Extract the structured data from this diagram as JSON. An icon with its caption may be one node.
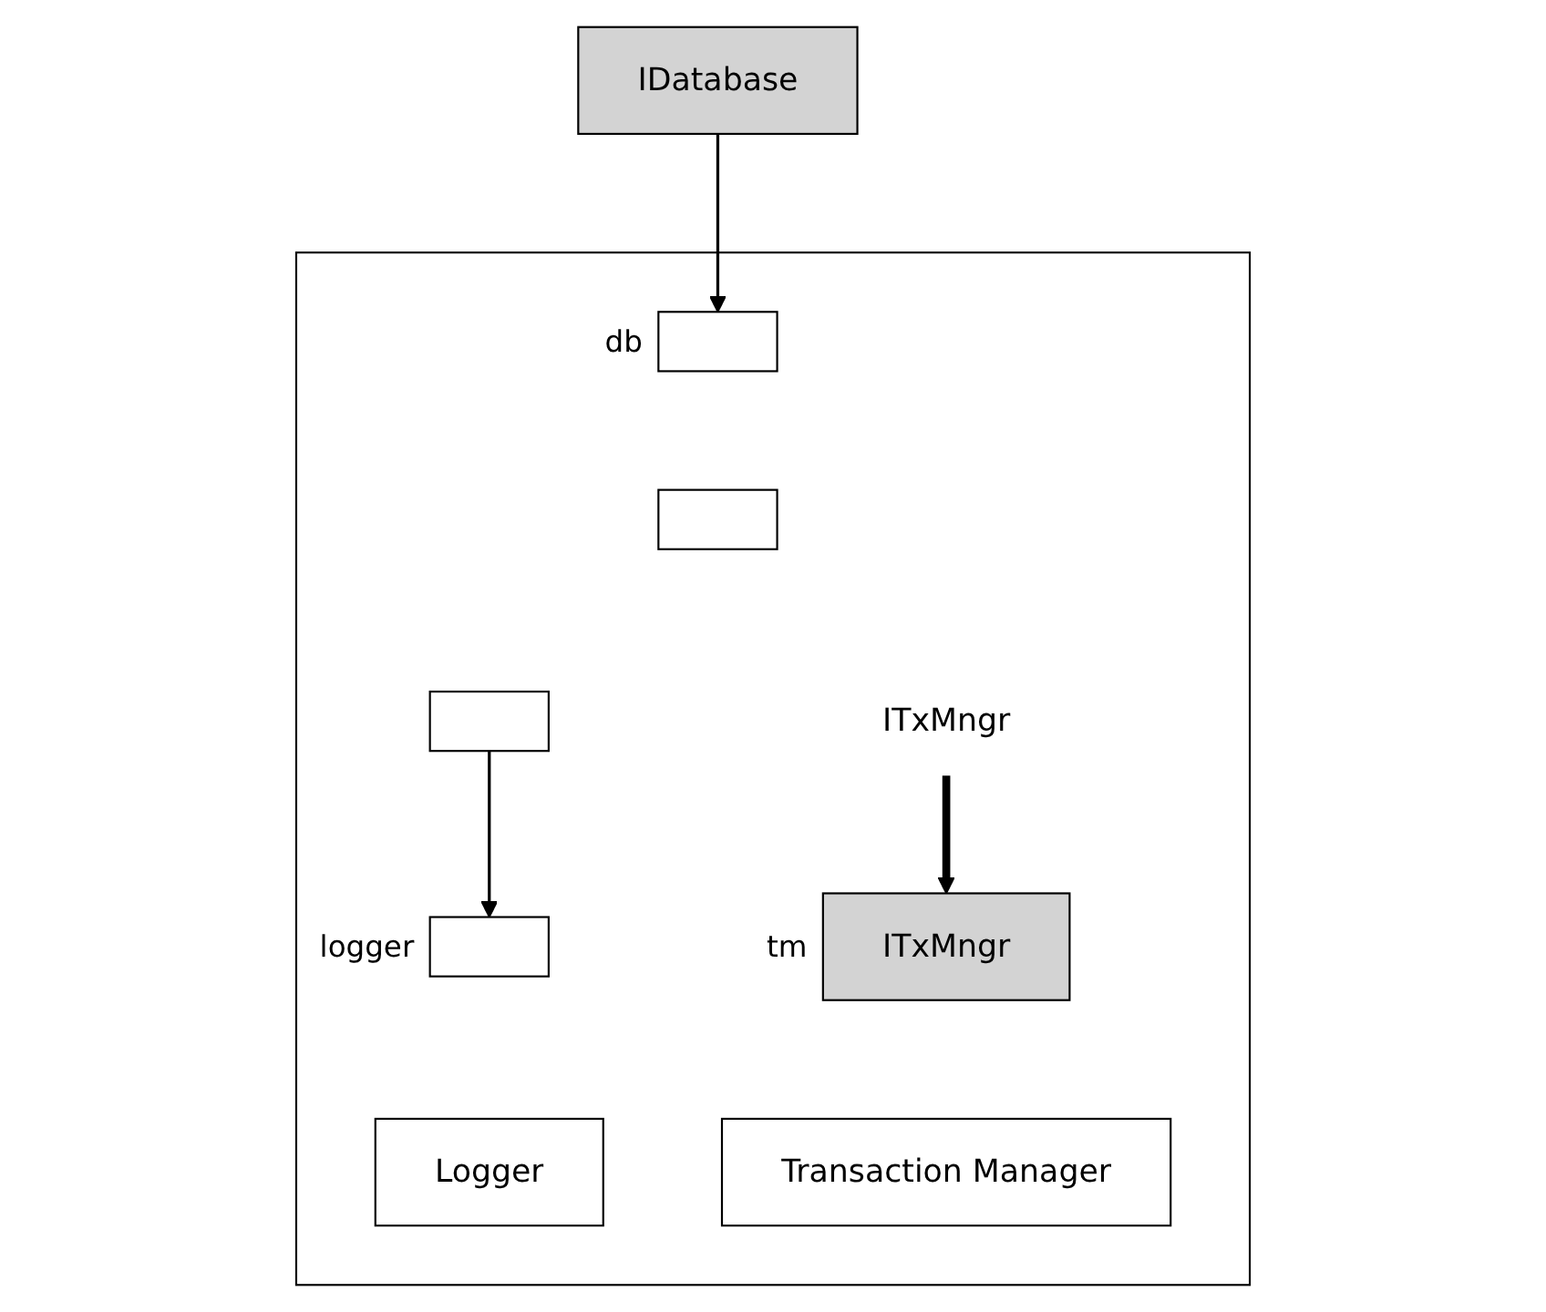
{
  "diagram": {
    "nodes": [
      {
        "text": [],
        "shape": "box"
      },
      {
        "text": [
          "IDatabase"
        ]
      },
      {
        "text": [],
        "shape": "box",
        "beside": [
          "db"
        ],
        "in": 0
      },
      {
        "text": [],
        "shape": "box",
        "in": 0
      },
      {
        "text": [],
        "shape": "box",
        "in": 0
      },
      {
        "text": [
          "ITxMngr"
        ],
        "in": 0
      },
      {
        "text": [],
        "shape": "box",
        "beside": [
          "logger"
        ],
        "in": 0
      },
      {
        "text": [
          "Logger"
        ],
        "in": 0
      },
      {
        "text": [
          "ITxMngr"
        ],
        "beside": [
          "tm"
        ],
        "in": 0
      },
      {
        "text": [
          "Transaction Manager"
        ],
        "in": 0
      }
    ],
    "edges": [
      {
        "from": 1,
        "to": 2,
        "arrow": "to"
      },
      {
        "from": 4,
        "to": 6,
        "arrow": "to"
      },
      {
        "from": 5,
        "to": 8,
        "arrow": "to",
        "style": "thick"
      }
    ]
  }
}
